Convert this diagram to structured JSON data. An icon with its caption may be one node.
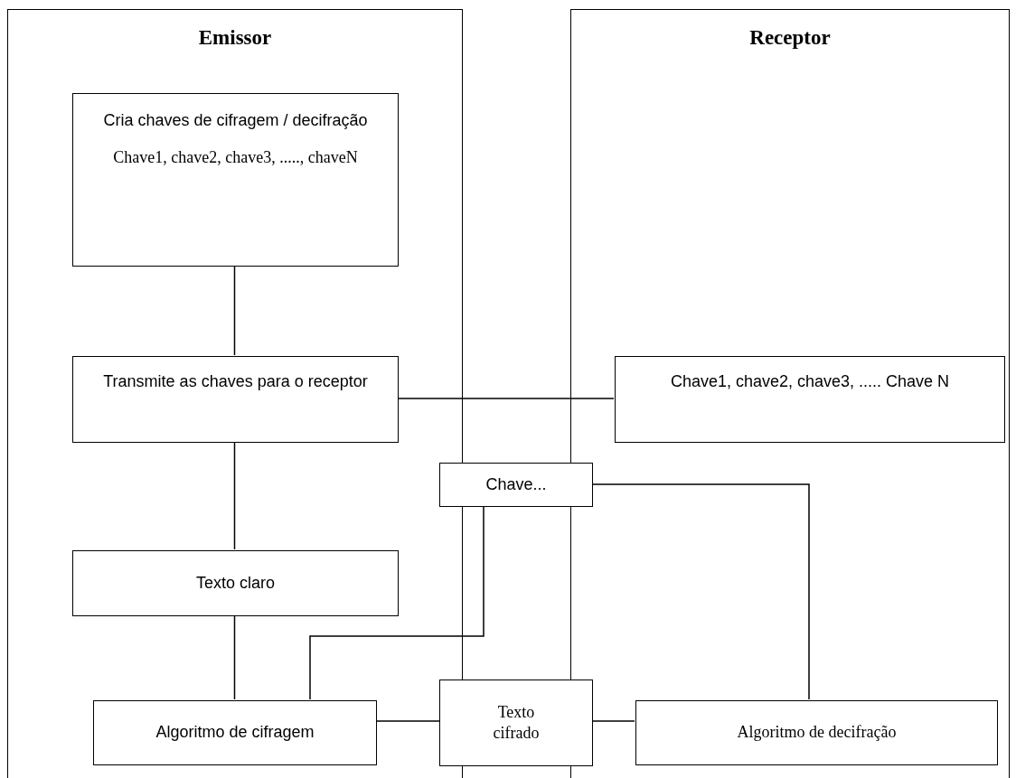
{
  "diagram": {
    "nodes": [
      {
        "text": [
          "Emissor"
        ]
      },
      {
        "text": [
          "Receptor"
        ]
      },
      {
        "text": [
          "Cria chaves de cifragem / decifração",
          "Chave1, chave2, chave3, ....., chaveN"
        ],
        "in": 0
      },
      {
        "text": [
          "Transmite as chaves para o receptor"
        ],
        "in": 0
      },
      {
        "text": [
          "Chave1, chave2, chave3, ..... Chave N"
        ],
        "in": 1
      },
      {
        "text": [
          "Chave..."
        ]
      },
      {
        "text": [
          "Texto claro"
        ],
        "in": 0
      },
      {
        "text": [
          "Algoritmo de cifragem"
        ],
        "in": 0
      },
      {
        "text": [
          "Texto cifrado"
        ]
      },
      {
        "text": [
          "Algoritmo de decifração"
        ],
        "in": 1
      }
    ],
    "edges": [
      {
        "from": 2,
        "to": 3,
        "arrow": "none"
      },
      {
        "from": 3,
        "to": 4,
        "arrow": "none"
      },
      {
        "from": 3,
        "to": 6,
        "arrow": "none"
      },
      {
        "from": 6,
        "to": 7,
        "arrow": "none"
      },
      {
        "from": 5,
        "to": 7,
        "arrow": "none"
      },
      {
        "from": 7,
        "to": 8,
        "arrow": "none"
      },
      {
        "from": 8,
        "to": 9,
        "arrow": "none"
      },
      {
        "from": 5,
        "to": 9,
        "arrow": "none"
      }
    ]
  }
}
